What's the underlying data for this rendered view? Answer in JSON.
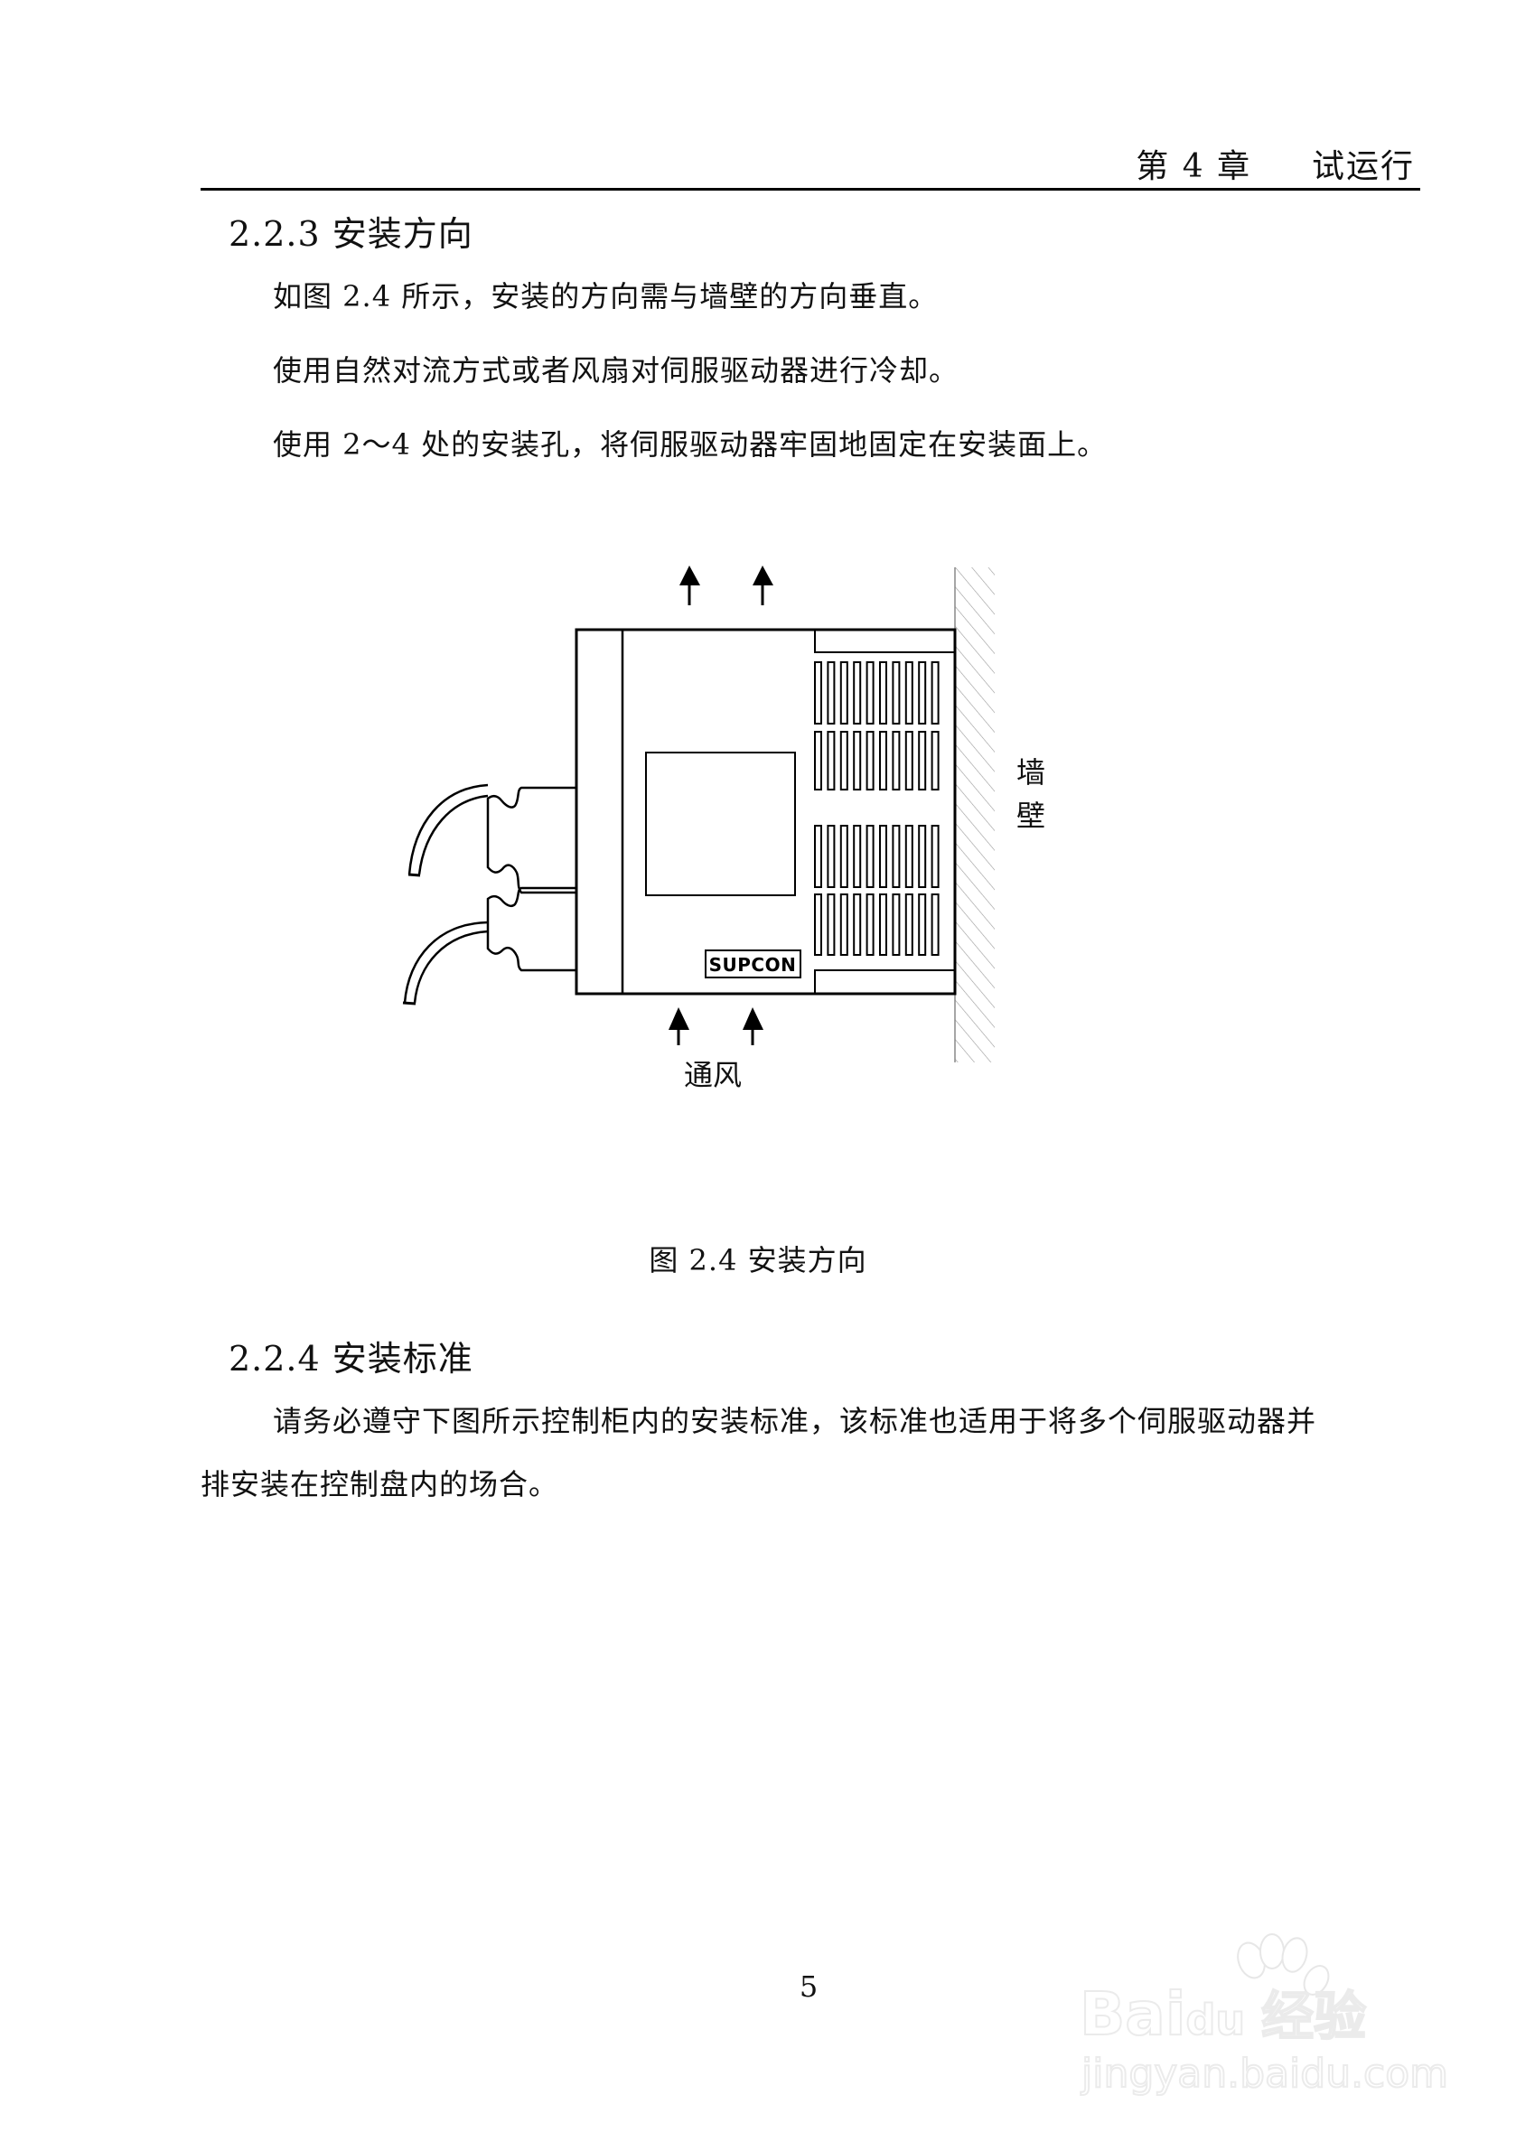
{
  "header": {
    "chapter": "第 4 章",
    "title": "试运行"
  },
  "section_223": {
    "heading": "2.2.3 安装方向",
    "paragraphs": [
      "如图 2.4 所示，安装的方向需与墙壁的方向垂直。",
      "使用自然对流方式或者风扇对伺服驱动器进行冷却。",
      "使用 2～4 处的安装孔，将伺服驱动器牢固地固定在安装面上。"
    ]
  },
  "figure": {
    "brand_label": "SUPCON",
    "wall_label_1": "墙",
    "wall_label_2": "壁",
    "airflow_label": "通风",
    "caption": "图 2.4  安装方向",
    "vent_columns": 10,
    "vent_groups": 4
  },
  "section_224": {
    "heading": "2.2.4 安装标准",
    "paragraph_line1": "请务必遵守下图所示控制柜内的安装标准，该标准也适用于将多个伺服驱动器并",
    "paragraph_line2": "排安装在控制盘内的场合。"
  },
  "footer": {
    "page_number": "5"
  },
  "watermark": {
    "logo_text": "Bai",
    "logo_du": "du",
    "logo_cn": "经验",
    "url": "jingyan.baidu.com"
  }
}
